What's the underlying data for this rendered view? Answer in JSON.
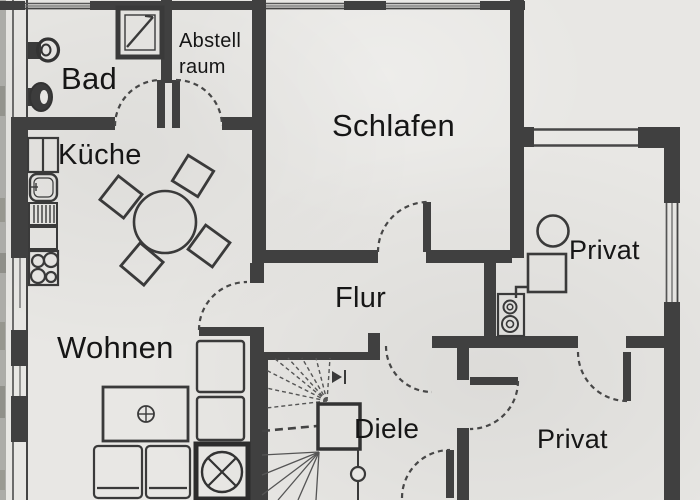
{
  "document": {
    "kind": "floor-plan-scan",
    "language": "de"
  },
  "rooms": [
    {
      "id": "bad",
      "label": "Bad"
    },
    {
      "id": "abstellraum",
      "label_line1": "Abstell",
      "label_line2": "raum"
    },
    {
      "id": "kueche",
      "label": "Küche"
    },
    {
      "id": "schlafen",
      "label": "Schlafen"
    },
    {
      "id": "privat_mitte",
      "label": "Privat"
    },
    {
      "id": "flur",
      "label": "Flur"
    },
    {
      "id": "wohnen",
      "label": "Wohnen"
    },
    {
      "id": "diele",
      "label": "Diele"
    },
    {
      "id": "privat_unten",
      "label": "Privat"
    }
  ],
  "plan_symbols": [
    "shower",
    "toilet",
    "washbasin",
    "kitchen-counter",
    "kitchen-sink",
    "dish-rack",
    "stove-4-burners",
    "round-dining-table",
    "dining-chairs-x4",
    "coffee-table",
    "sofa-x2",
    "side-table-x2",
    "tv-table-crossed-circle",
    "winder-staircase",
    "stair-direction-arrow",
    "newel-post",
    "door-swing-x8",
    "window-x6",
    "round-stool",
    "desk",
    "washer-unit"
  ],
  "colors": {
    "paper": "#e8e7e4",
    "wall": "#404040",
    "furniture_line": "#3a3a3a",
    "ink": "#161616",
    "scan_edge": "#acaca8"
  }
}
